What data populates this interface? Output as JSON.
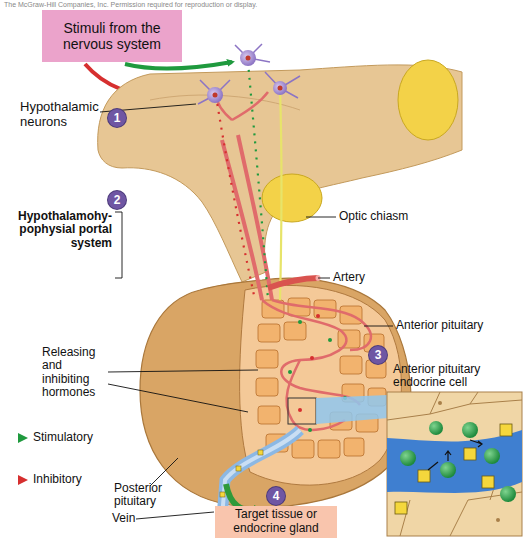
{
  "diagram": {
    "nodes": [
      {
        "text": [
          "Stimuli from the nervous system"
        ]
      },
      {
        "text": [
          "Target tissue or endocrine gland"
        ]
      }
    ],
    "labels": [
      "The McGraw-Hill Companies, Inc. Permission required for reproduction or display.",
      "Hypothalamic neurons",
      "1",
      "2",
      "Hypothalamohy- pophysial portal system",
      "Optic chiasm",
      "Artery",
      "Anterior pituitary",
      "Releasing and inhibiting hormones",
      "Anterior pituitary endocrine cell",
      "3",
      "Posterior pituitary",
      "Vein",
      "4"
    ],
    "legend": [
      {
        "text": "Stimulatory",
        "color": "#1f9a3e"
      },
      {
        "text": "Inhibitory",
        "color": "#d62f2f"
      }
    ]
  }
}
